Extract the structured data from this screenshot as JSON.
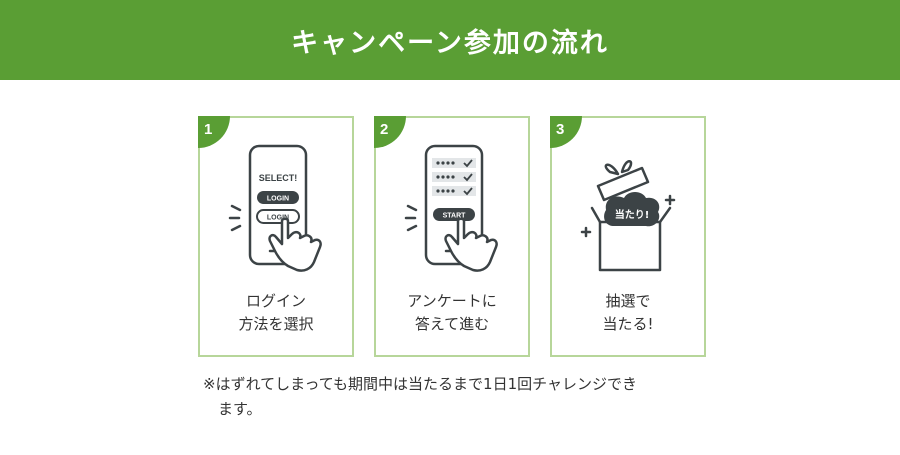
{
  "colors": {
    "accent": "#5a9e34",
    "border": "#b7d69a",
    "ink": "#3c4346"
  },
  "header": {
    "title": "キャンペーン参加の流れ"
  },
  "steps": [
    {
      "number": "1",
      "caption_line1": "ログイン",
      "caption_line2": "方法を選択",
      "illustration": {
        "icon": "smartphone-login-icon",
        "screen_title": "SELECT!",
        "button_primary": "LOGIN",
        "button_secondary": "LOGIN"
      }
    },
    {
      "number": "2",
      "caption_line1": "アンケートに",
      "caption_line2": "答えて進む",
      "illustration": {
        "icon": "smartphone-survey-icon",
        "start_button": "START"
      }
    },
    {
      "number": "3",
      "caption_line1": "抽選で",
      "caption_line2": "当たる!",
      "illustration": {
        "icon": "gift-box-icon",
        "bubble_text": "当たり!"
      }
    }
  ],
  "note": {
    "line1": "※はずれてしまっても期間中は当たるまで1日1回チャレンジでき",
    "line2": "ます。"
  }
}
